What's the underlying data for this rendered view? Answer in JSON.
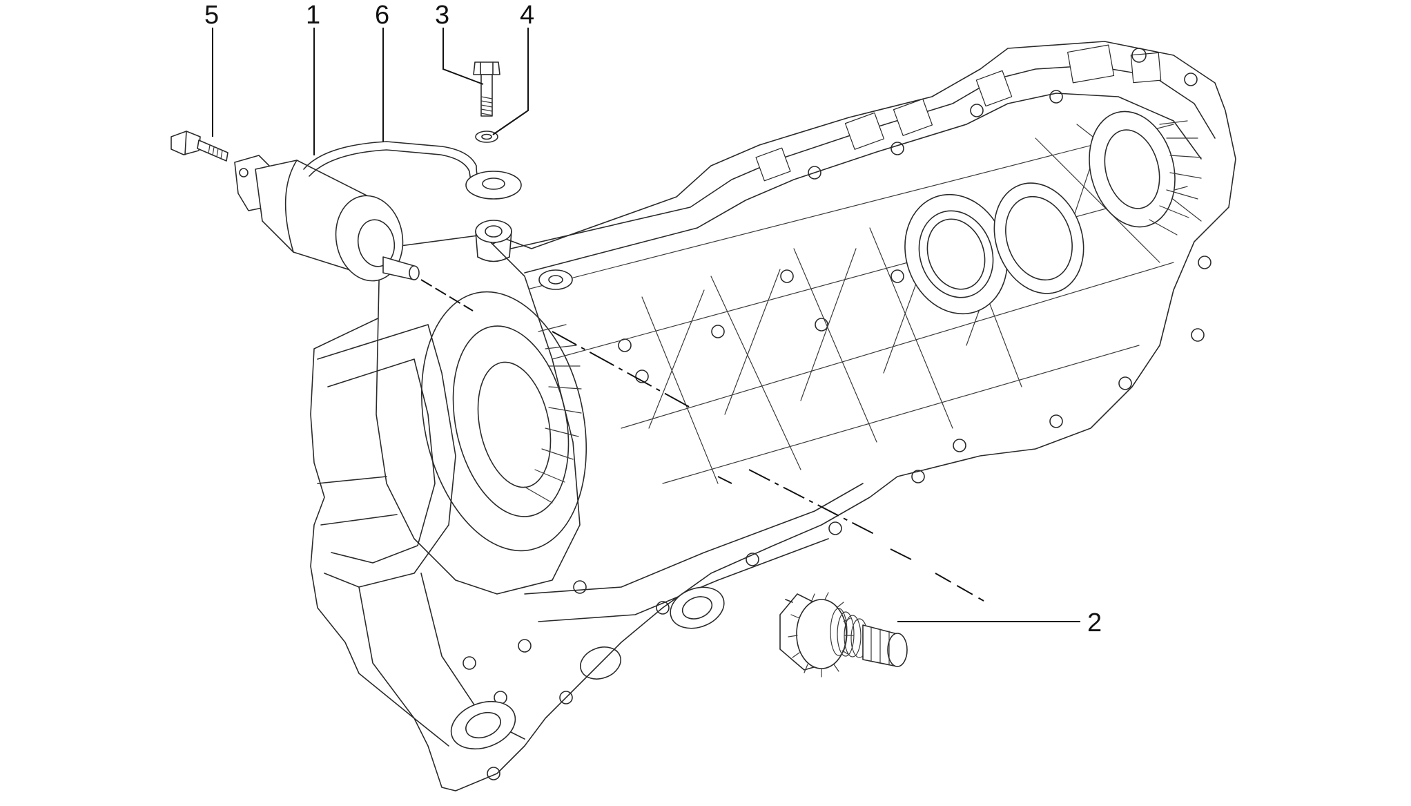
{
  "diagram": {
    "callouts": [
      {
        "id": "c5",
        "label": "5"
      },
      {
        "id": "c1",
        "label": "1"
      },
      {
        "id": "c6",
        "label": "6"
      },
      {
        "id": "c3",
        "label": "3"
      },
      {
        "id": "c4",
        "label": "4"
      },
      {
        "id": "c2",
        "label": "2"
      }
    ]
  }
}
